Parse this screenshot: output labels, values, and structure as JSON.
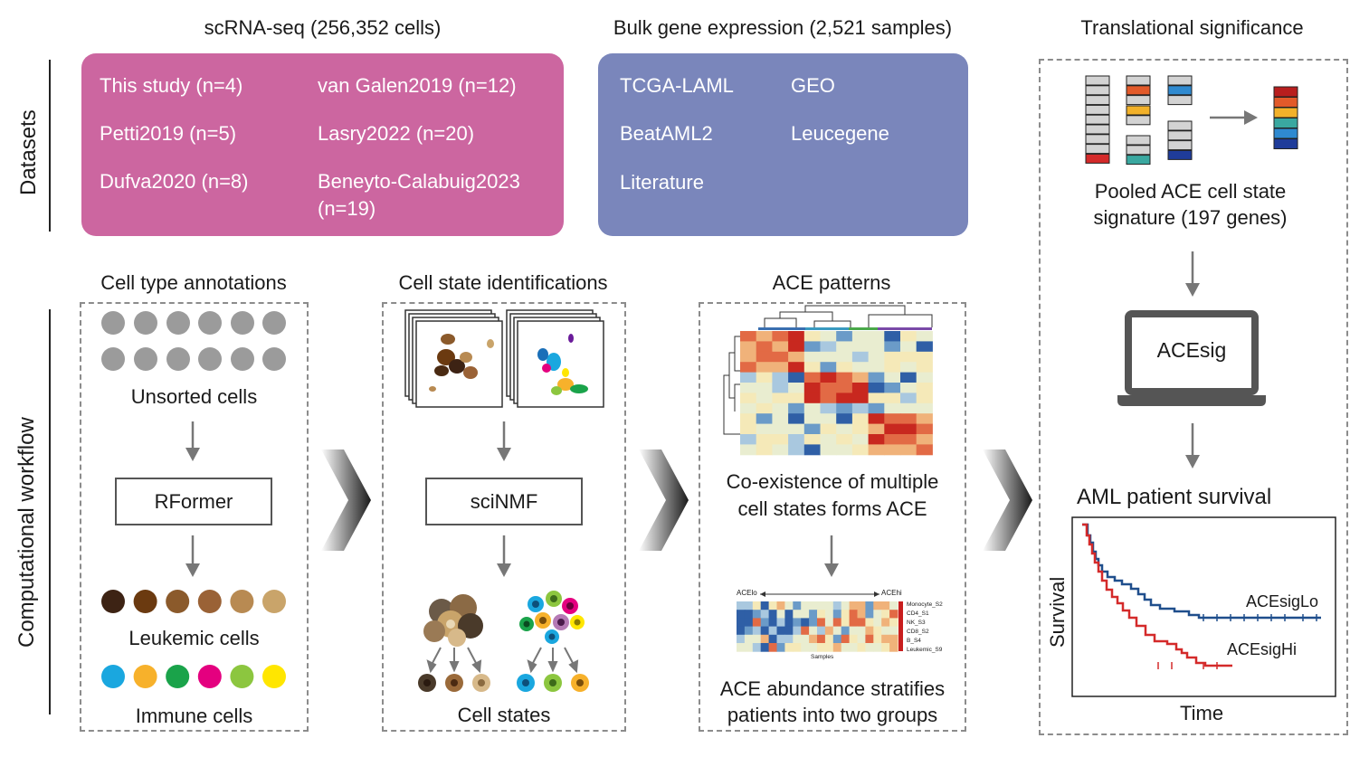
{
  "headers": {
    "scrna": "scRNA-seq (256,352 cells)",
    "bulk": "Bulk gene expression (2,521 samples)",
    "translational": "Translational significance"
  },
  "side_labels": {
    "datasets": "Datasets",
    "workflow": "Computational workflow"
  },
  "scrna_datasets": [
    "This study (n=4)",
    "van Galen2019 (n=12)",
    "Petti2019 (n=5)",
    "Lasry2022 (n=20)",
    "Dufva2020 (n=8)",
    "Beneyto-Calabuig2023",
    "(n=19)"
  ],
  "bulk_datasets": [
    "TCGA-LAML",
    "GEO",
    "BeatAML2",
    "Leucegene",
    "Literature"
  ],
  "panel1": {
    "title": "Cell type annotations",
    "unsorted": "Unsorted cells",
    "method": "RFormer",
    "leukemic": "Leukemic cells",
    "immune": "Immune cells"
  },
  "panel2": {
    "title": "Cell state identifications",
    "method": "sciNMF",
    "states": "Cell states"
  },
  "panel3": {
    "title": "ACE patterns",
    "coexist_1": "Co-existence of multiple",
    "coexist_2": "cell states forms ACE",
    "mini_lo": "ACElo",
    "mini_hi": "ACEhi",
    "mini_rows": [
      "Monocyte_S2",
      "CD4_S1",
      "NK_S3",
      "CD8_S2",
      "B_S4",
      "Leukemic_S9"
    ],
    "mini_xlabel": "Samples",
    "abundance_1": "ACE abundance stratifies",
    "abundance_2": "patients into two groups"
  },
  "panel4": {
    "signature_1": "Pooled ACE cell state",
    "signature_2": "signature (197 genes)",
    "laptop": "ACEsig",
    "survival_title": "AML patient survival",
    "ylabel": "Survival",
    "xlabel": "Time",
    "lo_label": "ACEsigLo",
    "hi_label": "ACEsigHi"
  },
  "colors": {
    "scrna_box": "#cc66a0",
    "bulk_box": "#7a86bb",
    "lo_curve": "#1f4e8c",
    "hi_curve": "#d42a2a",
    "leukemic": [
      "#3d2314",
      "#6b3a10",
      "#8b5a2b",
      "#9a6236",
      "#b88a52",
      "#c9a46a"
    ],
    "immune": [
      "#1aa7df",
      "#f7b12b",
      "#1aa34a",
      "#e4007f",
      "#8cc63f",
      "#ffe600"
    ]
  }
}
